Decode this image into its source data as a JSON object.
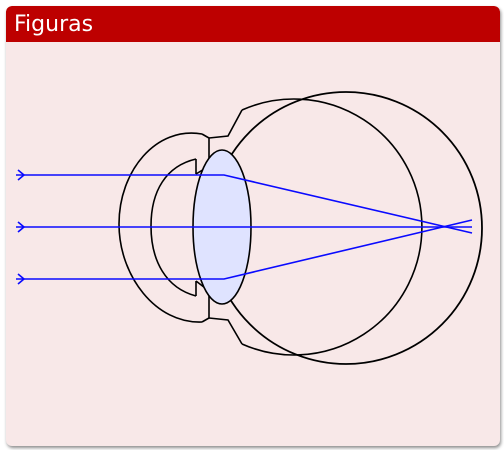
{
  "block": {
    "title": "Figuras"
  },
  "colors": {
    "title_bar": "#bd0000",
    "body_bg": "#f8e8e8",
    "ray": "#0a0aff",
    "lens_fill": "#dfe3ff",
    "outline": "#000000"
  },
  "diagram": {
    "kind": "eye-lens-ray-diagram",
    "ray_count": 3
  }
}
